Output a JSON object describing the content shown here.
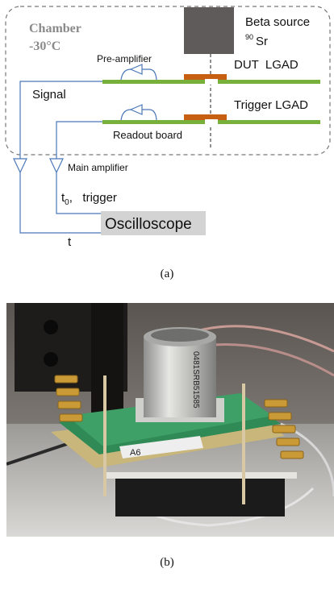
{
  "diagram": {
    "chamber_line1": "Chamber",
    "chamber_line2": "-30°C",
    "beta_source_label": "Beta source",
    "isotope_mass": "90",
    "isotope_symbol": "Sr",
    "dut_label": "DUT  LGAD",
    "trigger_label": "Trigger LGAD",
    "preamp_label": "Pre-amplifier",
    "readout_label": "Readout board",
    "signal_label": "Signal",
    "main_amp_label": "Main amplifier",
    "t0_label": "t",
    "t0_subscript": "0",
    "trigger_text": ",   trigger",
    "t_label": "t",
    "oscilloscope_label": "Oscilloscope",
    "colors": {
      "board": "#77b03a",
      "lgad": "#c65f10",
      "wire": "#4a78b8",
      "source": "#5f5b5b",
      "scope_box": "#d3d3d3",
      "chamber_border": "#777777"
    }
  },
  "captions": {
    "a": "(a)",
    "b": "(b)"
  },
  "photo": {
    "label_card_text": "A6",
    "source_can_text": "0481SRB51585"
  }
}
